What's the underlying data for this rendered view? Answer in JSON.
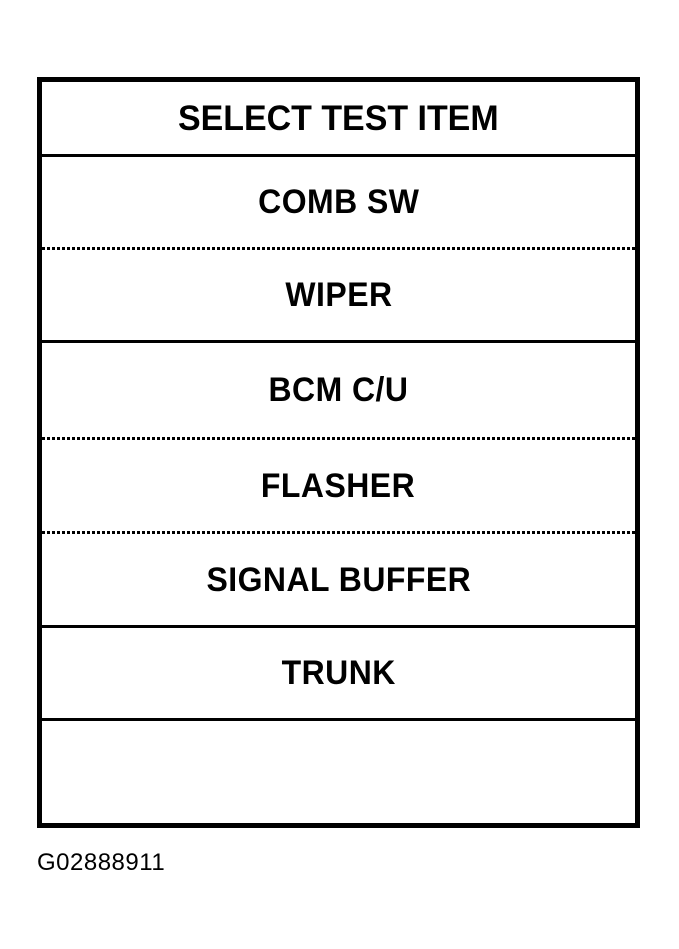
{
  "figure": {
    "caption": "G02888911",
    "background_color": "#ffffff",
    "line_color": "#000000",
    "text_color": "#000000"
  },
  "menu_panel": {
    "header": {
      "label": "SELECT TEST ITEM",
      "separator_below": "solid"
    },
    "items": [
      {
        "label": "COMB SW",
        "separator_below": "dotted"
      },
      {
        "label": "WIPER",
        "separator_below": "solid"
      },
      {
        "label": "BCM C/U",
        "separator_below": "dotted"
      },
      {
        "label": "FLASHER",
        "separator_below": "dotted"
      },
      {
        "label": "SIGNAL BUFFER",
        "separator_below": "solid"
      },
      {
        "label": "TRUNK",
        "separator_below": "solid"
      },
      {
        "label": "",
        "separator_below": "none"
      }
    ]
  }
}
